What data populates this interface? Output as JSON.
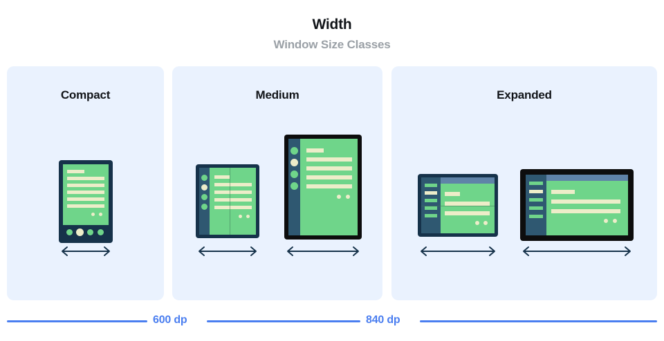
{
  "header": {
    "title": "Width",
    "subtitle": "Window Size Classes"
  },
  "panels": [
    {
      "label": "Compact"
    },
    {
      "label": "Medium"
    },
    {
      "label": "Expanded"
    }
  ],
  "measures": [
    {
      "label": "600 dp"
    },
    {
      "label": "840 dp"
    }
  ],
  "colors": {
    "panel_background": "#eaf2fe",
    "title_text": "#111418",
    "subtitle_text": "#9aa0a6",
    "measure_blue": "#4a7ef0",
    "device_frame_dark": "#16324A",
    "device_frame_black": "#0d0d0d",
    "screen_green": "#6FD58A",
    "content_cream": "#EDEDC9",
    "nav_rail": "#2F5871",
    "top_bar": "#5F83A8"
  },
  "icons": {
    "width_arrow": "double-headed-arrow"
  }
}
